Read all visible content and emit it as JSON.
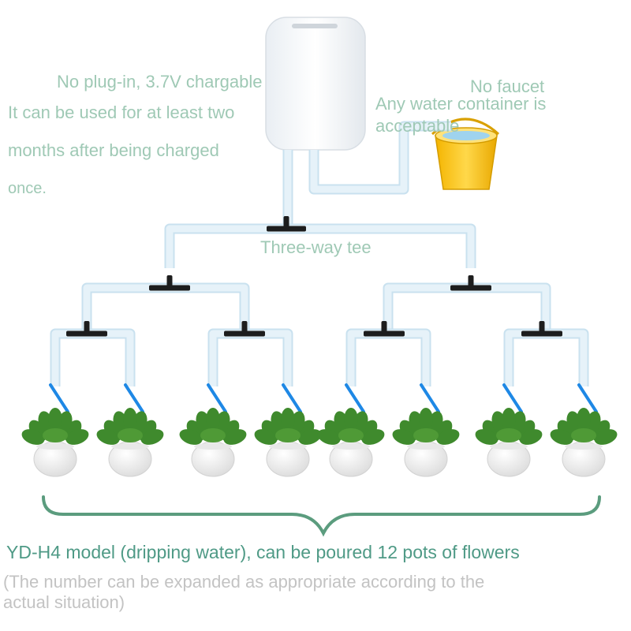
{
  "labels": {
    "battery": "No plug-in, 3.7V chargable",
    "charge_line1": "It can be used for at least two",
    "charge_line2": "months after being charged",
    "charge_line3": "once.",
    "no_faucet": "No faucet",
    "container_line1": "Any water container is",
    "container_line2": "acceptable",
    "tee": "Three-way tee",
    "model": "YD-H4 model (dripping water), can be poured 12 pots of flowers",
    "note_line1": "(The number can be expanded as appropriate according to the",
    "note_line2": "actual situation)"
  },
  "pot_count": 8,
  "colors": {
    "tube": "#e6f2f9",
    "tube_edge": "#c9e1ef",
    "tee": "#1d1d1d",
    "drip": "#1e88e5",
    "brace": "#5b9c7e",
    "bucket": "#f6c21a",
    "leaf": "#3f8a2d",
    "pot": "#f4f4f4"
  }
}
